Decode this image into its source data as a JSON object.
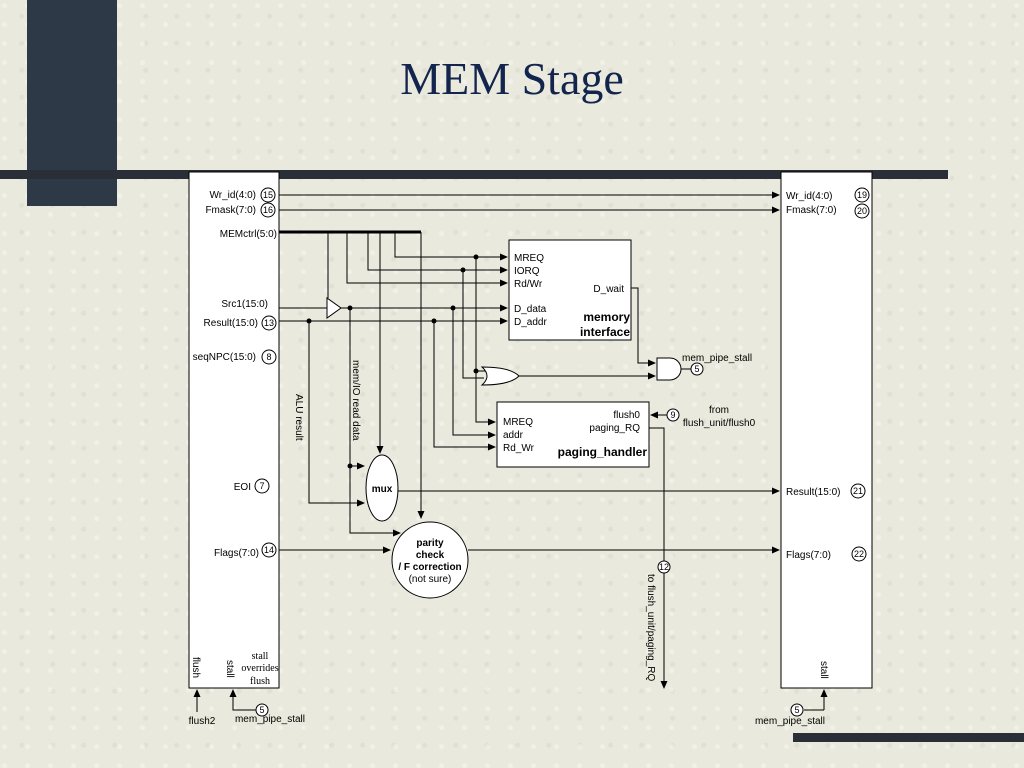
{
  "title": "MEM Stage",
  "left_register": {
    "ports": [
      {
        "label": "Wr_id(4:0)",
        "num": "15"
      },
      {
        "label": "Fmask(7:0)",
        "num": "16"
      },
      {
        "label": "MEMctrl(5:0)",
        "num": ""
      },
      {
        "label": "Src1(15:0)",
        "num": ""
      },
      {
        "label": "Result(15:0)",
        "num": "13"
      },
      {
        "label": "seqNPC(15:0)",
        "num": "8"
      },
      {
        "label": "EOI",
        "num": "7"
      },
      {
        "label": "Flags(7:0)",
        "num": "14"
      }
    ],
    "flush": "flush",
    "stall": "stall",
    "note": [
      "stall",
      "overrides",
      "flush"
    ]
  },
  "right_register": {
    "ports": [
      {
        "label": "Wr_id(4:0)",
        "num": "19"
      },
      {
        "label": "Fmask(7:0)",
        "num": "20"
      },
      {
        "label": "Result(15:0)",
        "num": "21"
      },
      {
        "label": "Flags(7:0)",
        "num": "22"
      }
    ],
    "stall": "stall"
  },
  "memory_interface": {
    "inputs": [
      "MREQ",
      "IORQ",
      "Rd/Wr",
      "D_data",
      "D_addr"
    ],
    "output": "D_wait",
    "name": [
      "memory",
      "interface"
    ]
  },
  "paging_handler": {
    "inputs": [
      "MREQ",
      "addr",
      "Rd_Wr"
    ],
    "outputs": [
      "flush0",
      "paging_RQ"
    ],
    "name": "paging_handler"
  },
  "mux": "mux",
  "parity": [
    "parity",
    "check",
    "/ F correction",
    "(not sure)"
  ],
  "labels": {
    "alu_result": "ALU result",
    "mem_read": "mem/IO read data",
    "mem_pipe_stall_top": "mem_pipe_stall",
    "from": "from",
    "from_src": "flush_unit/flush0",
    "to_flush": "to flush_unit/paging_RQ",
    "flush2": "flush2",
    "mem_pipe_stall_bottom": "mem_pipe_stall",
    "mem_pipe_stall_right": "mem_pipe_stall"
  },
  "nums": {
    "and_out": "5",
    "flush_in": "9",
    "paging_out": "12",
    "left_stall": "5",
    "right_stall": "5"
  }
}
